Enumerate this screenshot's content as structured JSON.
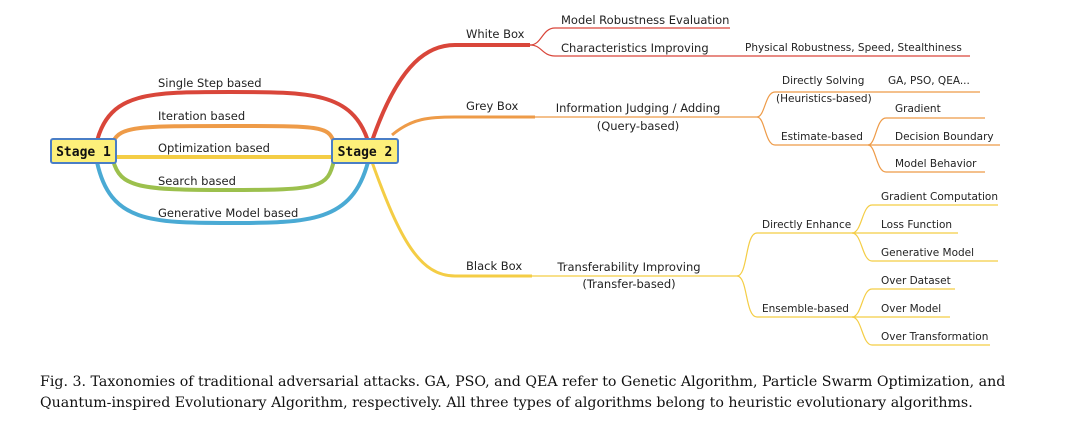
{
  "stage1": "Stage 1",
  "stage2": "Stage 2",
  "stage1_methods": [
    "Single Step based",
    "Iteration based",
    "Optimization based",
    "Search based",
    "Generative Model based"
  ],
  "white_box": {
    "label": "White Box",
    "children": [
      "Model Robustness Evaluation",
      "Characteristics Improving"
    ],
    "characteristics_detail": "Physical Robustness, Speed, Stealthiness"
  },
  "grey_box": {
    "label": "Grey Box",
    "method_line1": "Information Judging / Adding",
    "method_line2": "(Query-based)",
    "directly_solving": "Directly Solving",
    "heuristics_based": "(Heuristics-based)",
    "heuristic_examples": "GA, PSO, QEA...",
    "estimate_based": "Estimate-based",
    "estimate_children": [
      "Gradient",
      "Decision Boundary",
      "Model Behavior"
    ]
  },
  "black_box": {
    "label": "Black Box",
    "method_line1": "Transferability Improving",
    "method_line2": "(Transfer-based)",
    "directly_enhance": "Directly Enhance",
    "enhance_children": [
      "Gradient Computation",
      "Loss Function",
      "Generative Model"
    ],
    "ensemble_based": "Ensemble-based",
    "ensemble_children": [
      "Over Dataset",
      "Over Model",
      "Over Transformation"
    ]
  },
  "colors": {
    "red": "#d9463a",
    "orange": "#ee9b48",
    "yellow": "#f4cd45",
    "green": "#9cc04d",
    "blue": "#4aaad4",
    "stage_fill": "#fdf07a",
    "stage_border": "#4a7ec6"
  },
  "caption": "Fig. 3.  Taxonomies of traditional adversarial attacks. GA, PSO, and QEA refer to Genetic Algorithm, Particle Swarm Optimization, and Quantum-inspired Evolutionary Algorithm, respectively. All three types of algorithms belong to heuristic evolutionary algorithms."
}
